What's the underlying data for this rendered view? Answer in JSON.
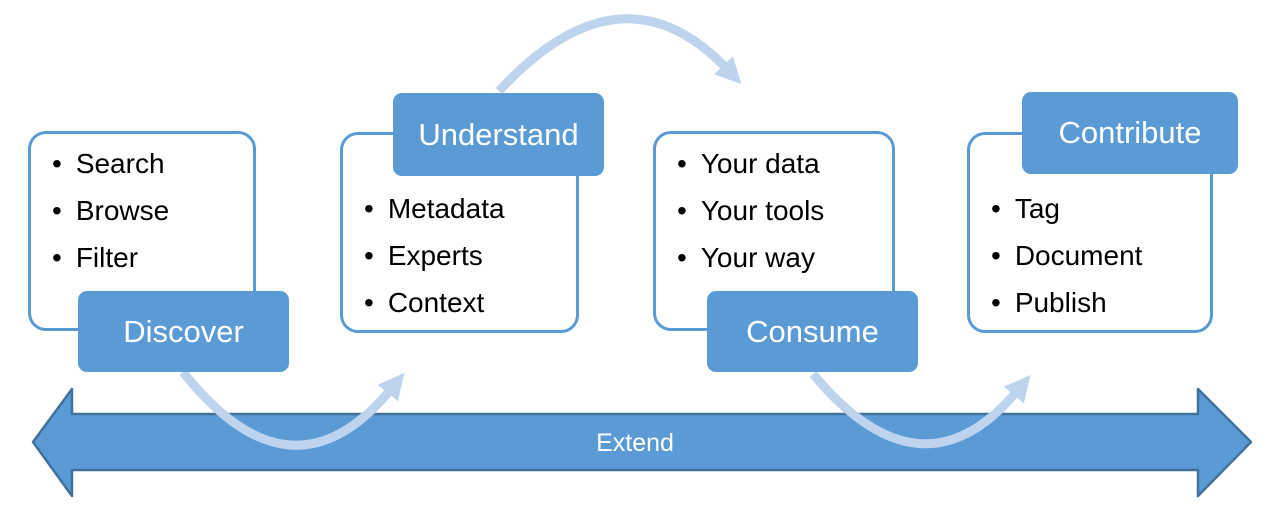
{
  "stages": [
    {
      "label": "Discover",
      "label_position": "bottom",
      "items": [
        "Search",
        "Browse",
        "Filter"
      ]
    },
    {
      "label": "Understand",
      "label_position": "top",
      "items": [
        "Metadata",
        "Experts",
        "Context"
      ]
    },
    {
      "label": "Consume",
      "label_position": "bottom",
      "items": [
        "Your data",
        "Your tools",
        "Your way"
      ]
    },
    {
      "label": "Contribute",
      "label_position": "top",
      "items": [
        "Tag",
        "Document",
        "Publish"
      ]
    }
  ],
  "extend_arrow": {
    "label": "Extend",
    "direction": "double-headed-horizontal"
  },
  "flow_arcs": [
    {
      "from": "Discover",
      "to": "Understand",
      "curve": "down"
    },
    {
      "from": "Understand",
      "to": "Consume",
      "curve": "up"
    },
    {
      "from": "Consume",
      "to": "Contribute",
      "curve": "down"
    }
  ],
  "colors": {
    "accent_blue": "#5B9BD5",
    "accent_dark_blue": "#41719C",
    "arc_light_blue": "#BDD3EE",
    "card_border_blue": "#5B9BD5",
    "bullet_text": "#000000",
    "label_text": "#FFFFFF"
  }
}
